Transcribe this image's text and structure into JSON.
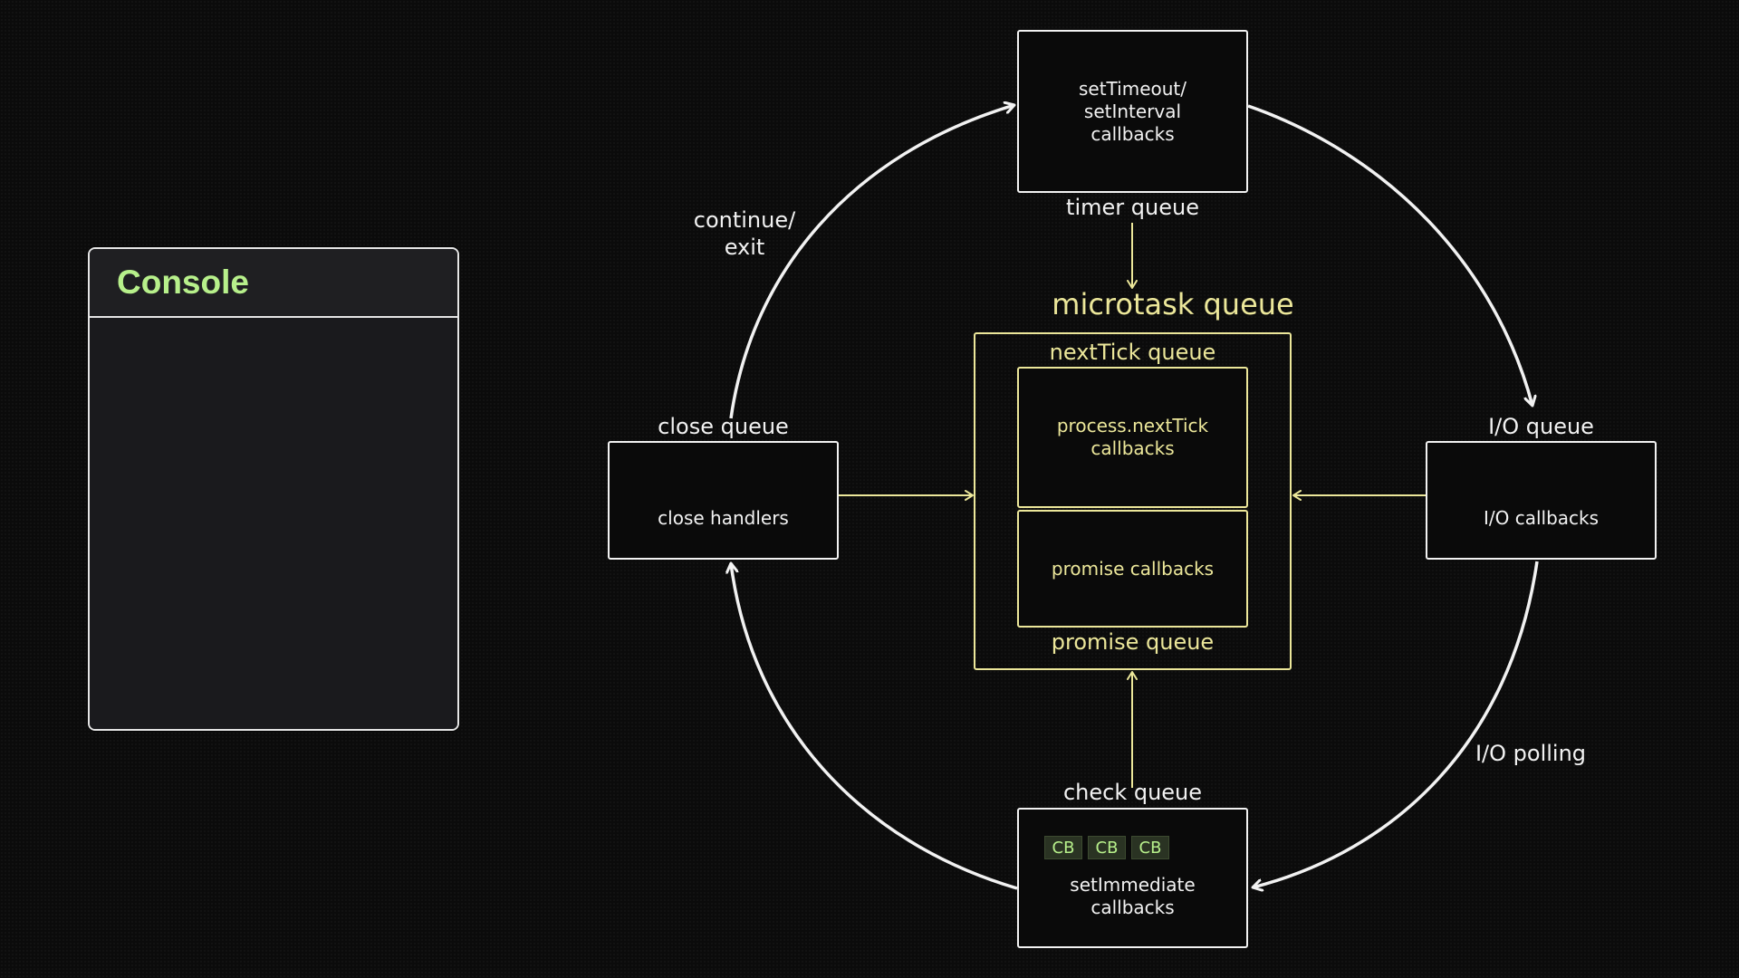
{
  "console": {
    "title": "Console"
  },
  "timer": {
    "label": "timer queue",
    "box_text": "setTimeout/\nsetInterval\ncallbacks"
  },
  "io": {
    "label": "I/O queue",
    "box_text": "I/O callbacks"
  },
  "check": {
    "label": "check queue",
    "box_text": "setImmediate\ncallbacks",
    "chips": [
      "CB",
      "CB",
      "CB"
    ]
  },
  "close": {
    "label": "close queue",
    "box_text": "close handlers"
  },
  "microtask": {
    "title": "microtask queue",
    "nexttick_label": "nextTick queue",
    "nexttick_box": "process.nextTick\ncallbacks",
    "promise_box": "promise callbacks",
    "promise_label": "promise queue"
  },
  "edges": {
    "continue_exit": "continue/\nexit",
    "io_polling": "I/O polling"
  },
  "colors": {
    "line": "#f2f2f2",
    "micro_accent": "#ece79a",
    "console_title": "#b7f08b"
  }
}
